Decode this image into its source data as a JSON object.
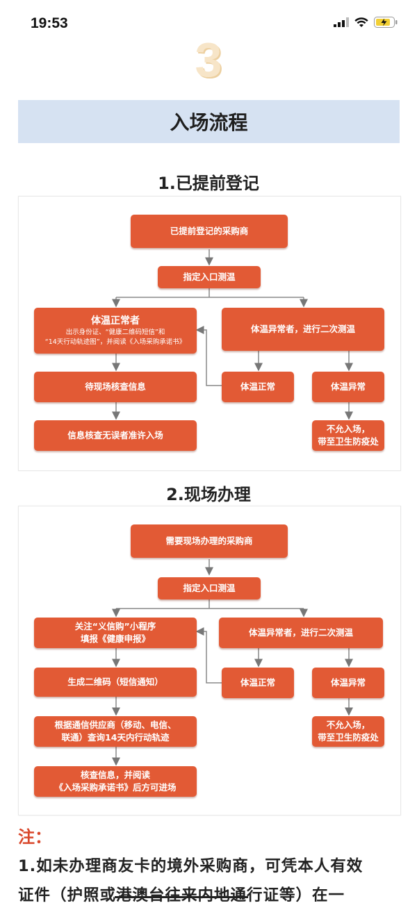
{
  "status": {
    "time": "19:53"
  },
  "step_number": "3",
  "banner_title": "入场流程",
  "section1": {
    "title": "1.已提前登记",
    "start": "已提前登记的采购商",
    "check": "指定入口测温",
    "normal_title": "体温正常者",
    "normal_line1": "出示身份证、“健康二维码短信”和",
    "normal_line2": "“14天行动轨迹图”，并阅读《入场采购承诺书》",
    "abnormal": "体温异常者，进行二次测温",
    "wait": "待现场核查信息",
    "allow": "信息核查无误者准许入场",
    "retest_normal": "体温正常",
    "retest_abnormal": "体温异常",
    "deny_line1": "不允入场，",
    "deny_line2": "带至卫生防疫处"
  },
  "section2": {
    "title": "2.现场办理",
    "start": "需要现场办理的采购商",
    "check": "指定入口测温",
    "follow_line1": "关注“义信购”小程序",
    "follow_line2": "填报《健康申报》",
    "abnormal": "体温异常者，进行二次测温",
    "qrcode": "生成二维码（短信通知）",
    "carrier_line1": "根据通信供应商（移动、电信、",
    "carrier_line2": "联通）查询14天内行动轨迹",
    "verify_line1": "核查信息，并阅读",
    "verify_line2": "《入场采购承诺书》后方可进场",
    "retest_normal": "体温正常",
    "retest_abnormal": "体温异常",
    "deny_line1": "不允入场，",
    "deny_line2": "带至卫生防疫处"
  },
  "note": {
    "title": "注：",
    "line1": "1.如未办理商友卡的境外采购商，可凭本人有效",
    "line2_a": "证件（护照或",
    "line2_strike": "港澳台往来内地通",
    "line2_b": "行证等）在一"
  },
  "colors": {
    "box": "#e25a35",
    "banner": "#d6e2f2",
    "note_title": "#d9472b"
  }
}
